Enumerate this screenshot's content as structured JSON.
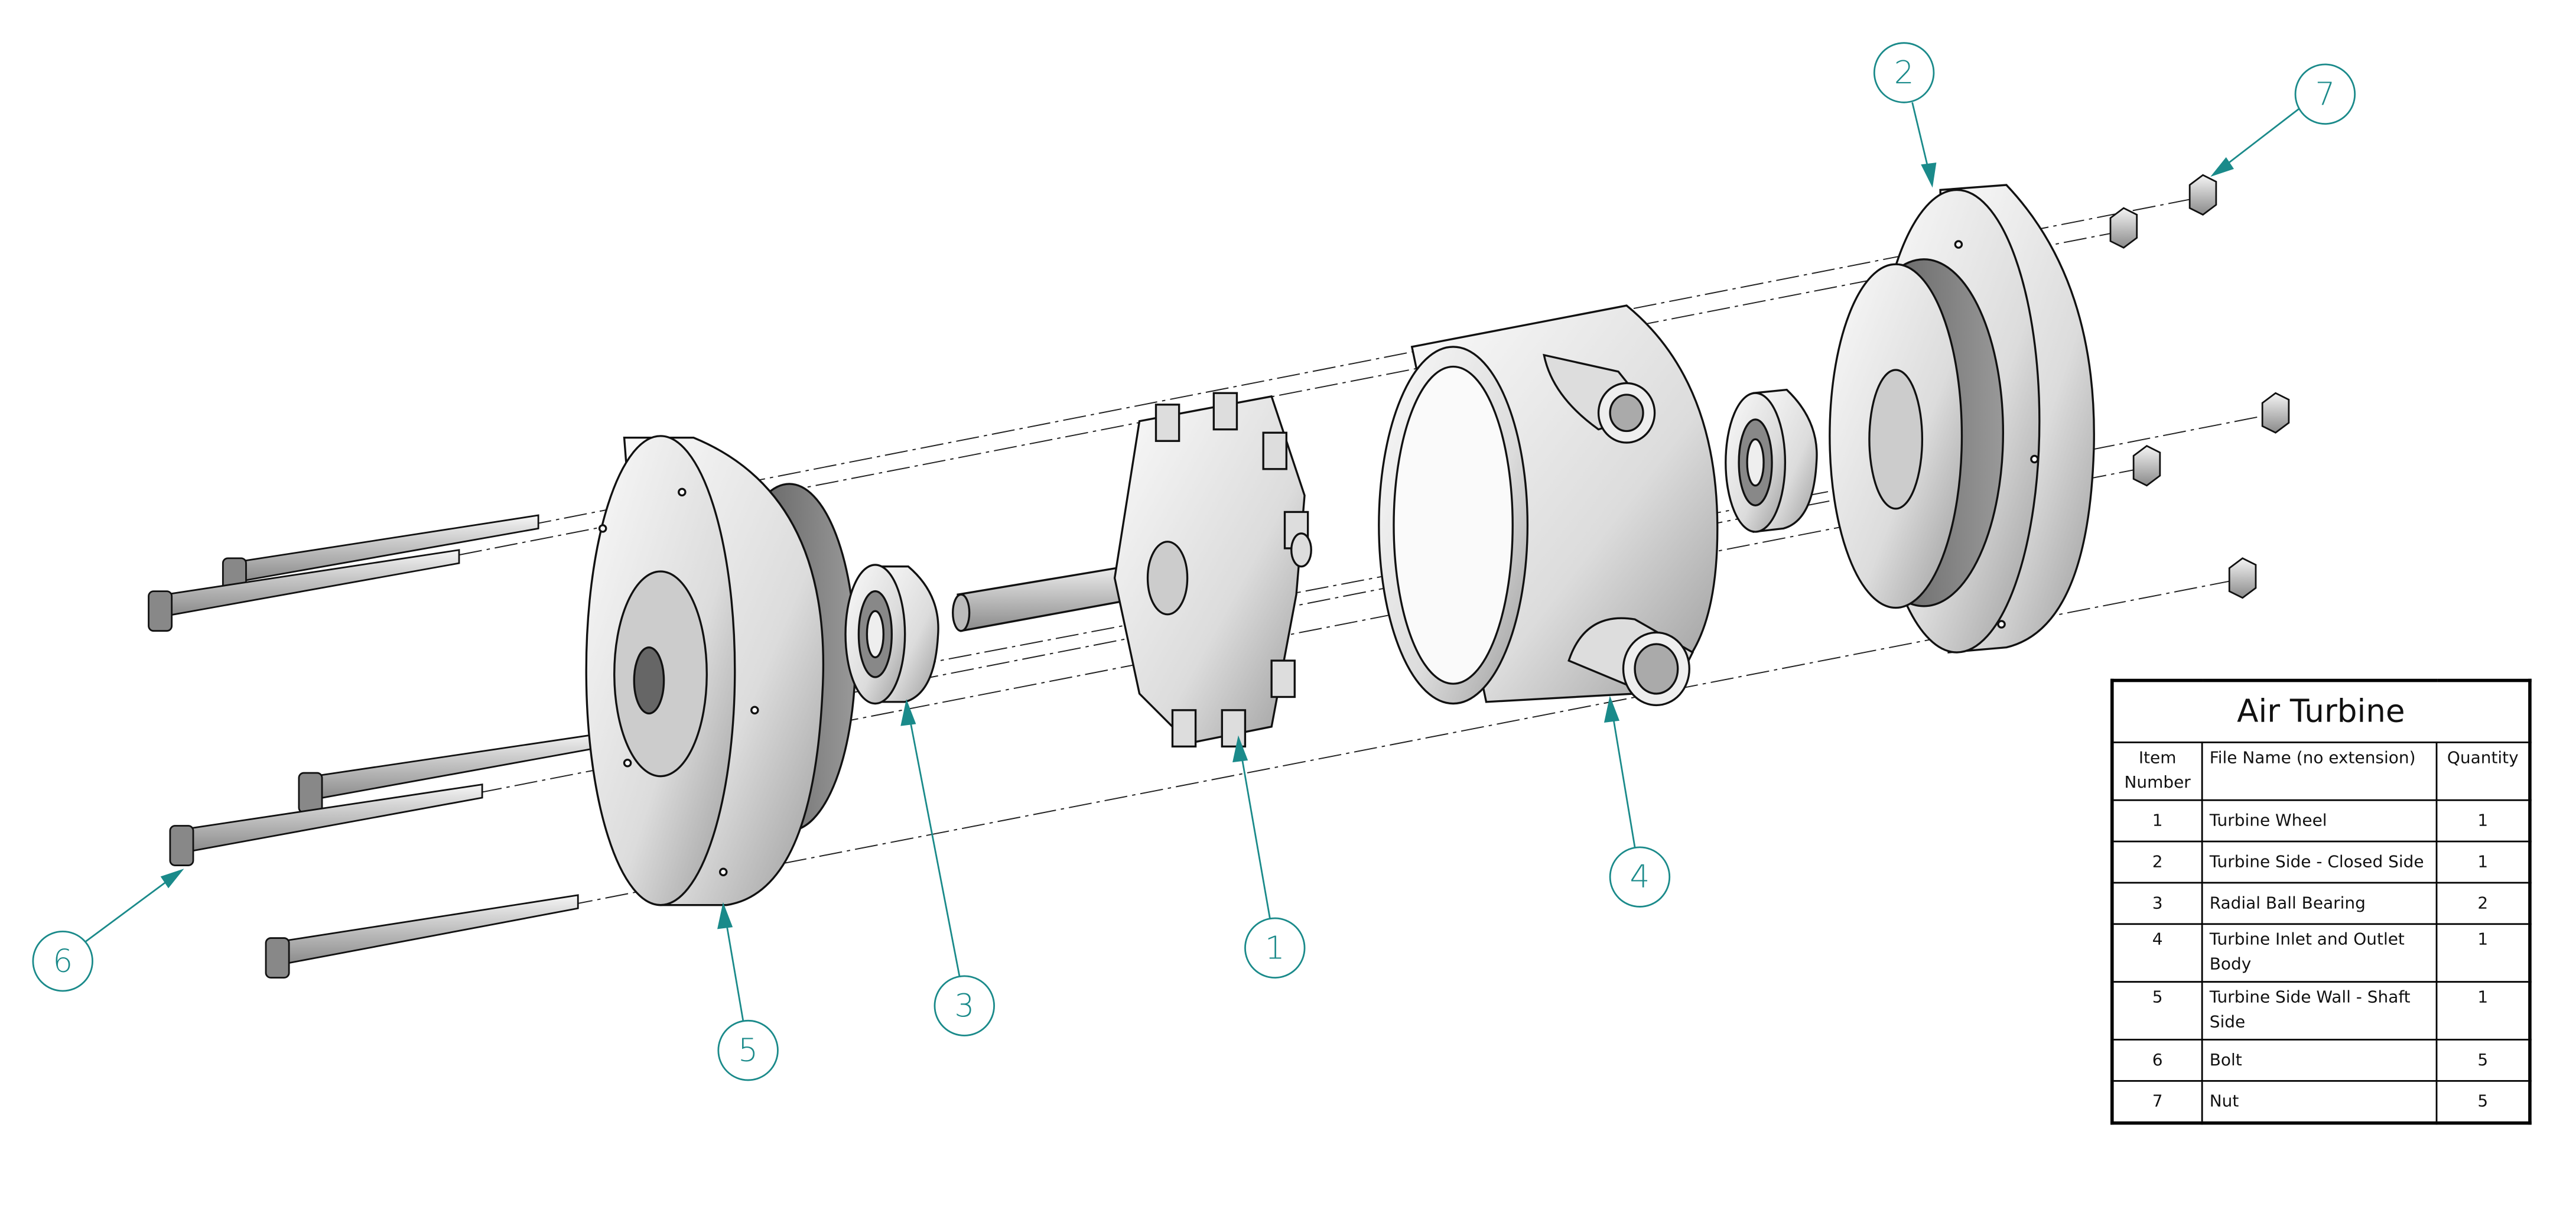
{
  "bom": {
    "title": "Air Turbine",
    "headers": {
      "item": "Item Number",
      "file": "File Name (no extension)",
      "qty": "Quantity"
    },
    "rows": [
      {
        "item": "1",
        "name": "Turbine Wheel",
        "qty": "1"
      },
      {
        "item": "2",
        "name": "Turbine Side - Closed Side",
        "qty": "1"
      },
      {
        "item": "3",
        "name": "Radial Ball Bearing",
        "qty": "2"
      },
      {
        "item": "4",
        "name": "Turbine Inlet and Outlet Body",
        "qty": "1"
      },
      {
        "item": "5",
        "name": "Turbine Side Wall - Shaft Side",
        "qty": "1"
      },
      {
        "item": "6",
        "name": "Bolt",
        "qty": "5"
      },
      {
        "item": "7",
        "name": "Nut",
        "qty": "5"
      }
    ]
  },
  "balloons": {
    "b1": "1",
    "b2": "2",
    "b3": "3",
    "b4": "4",
    "b5": "5",
    "b6": "6",
    "b7": "7"
  },
  "colors": {
    "balloon": "#1a8a8a",
    "part_light": "#eeeeee",
    "part_dark": "#7a7a7a"
  }
}
